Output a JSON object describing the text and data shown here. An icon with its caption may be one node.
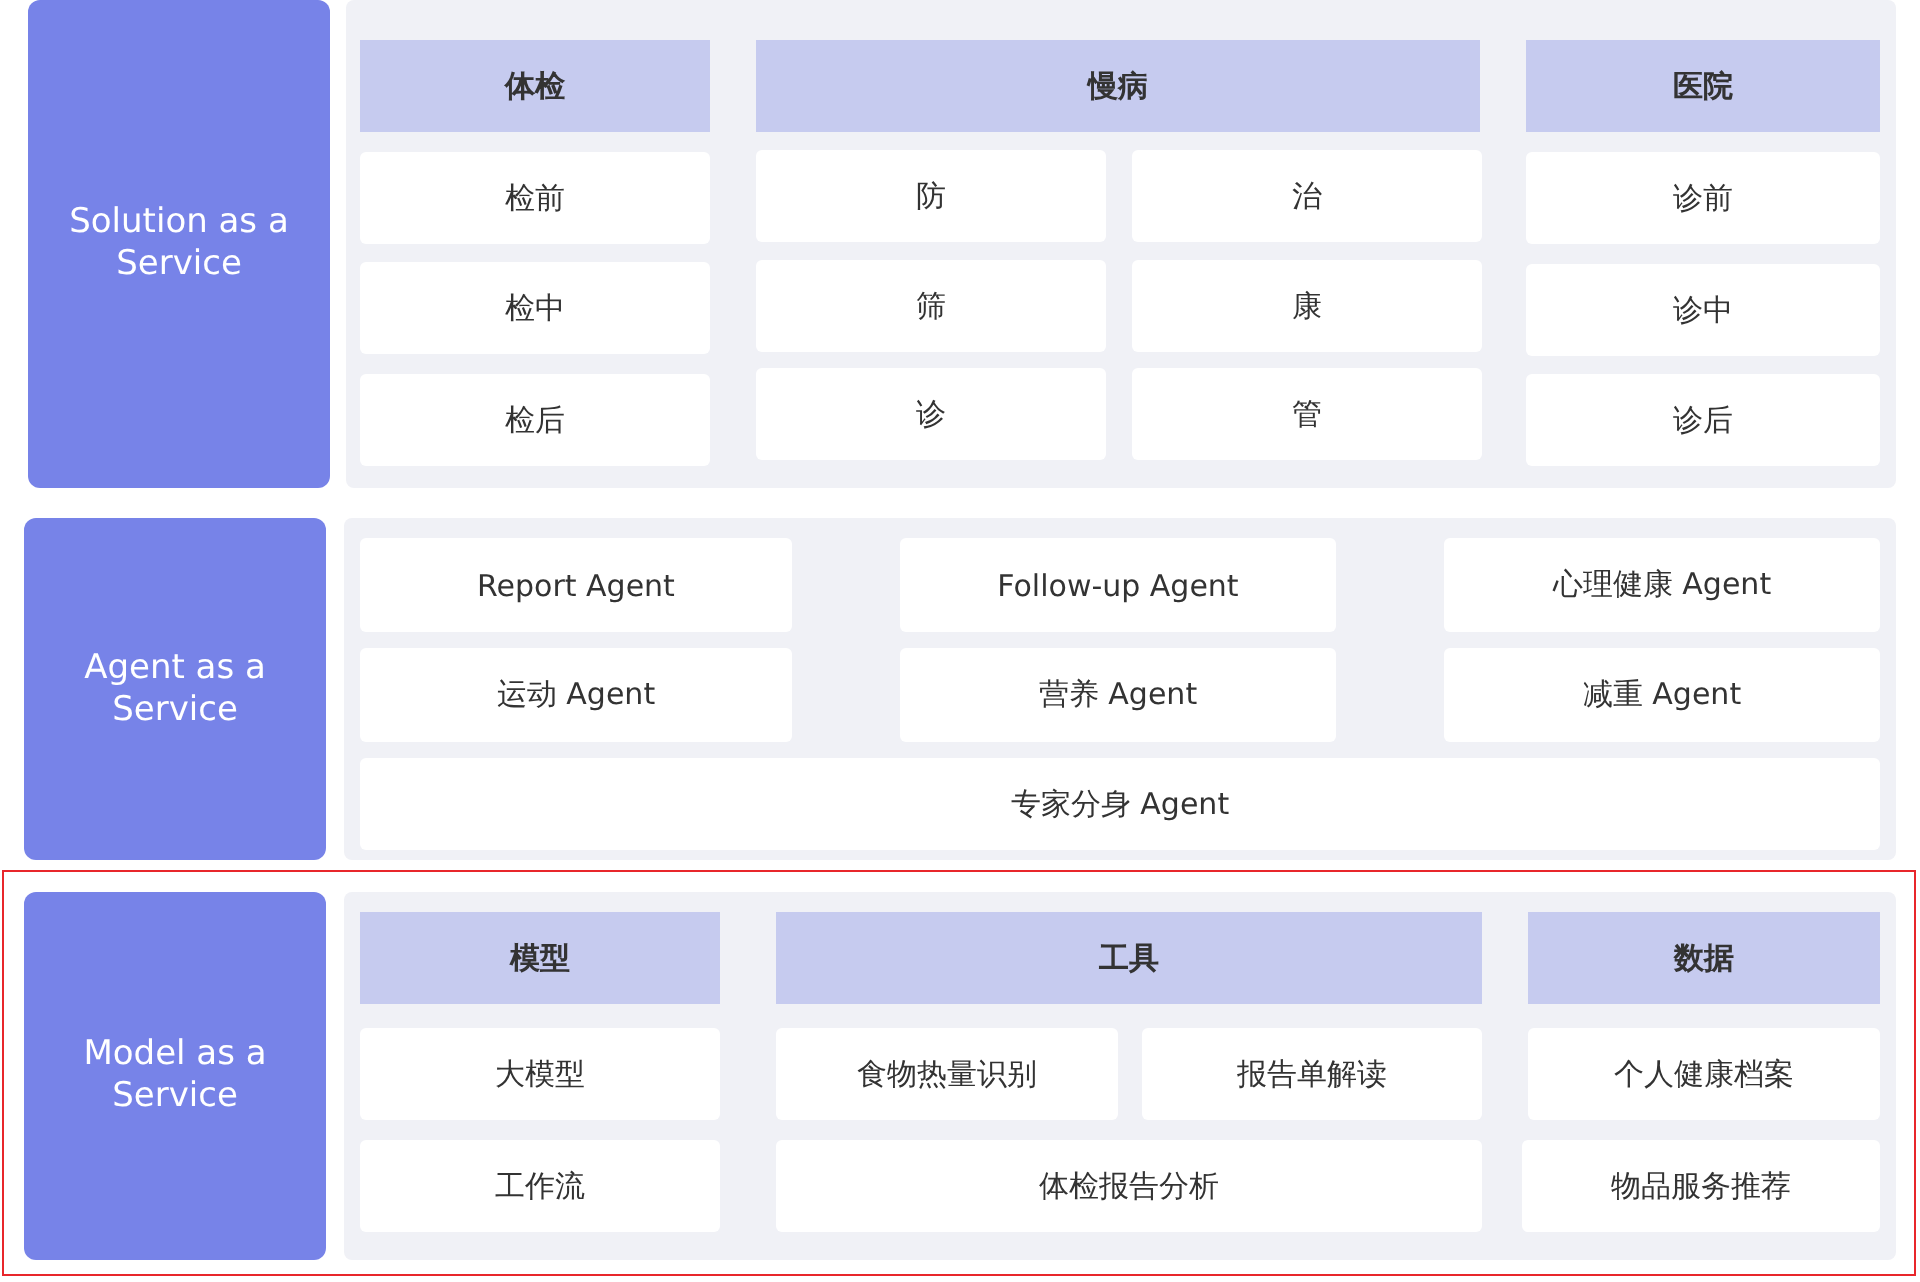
{
  "diagram": {
    "nodes": [
      {
        "text": [
          "Solution as a Service"
        ]
      },
      {
        "text": [],
        "shape": "box"
      },
      {
        "text": [
          "体检"
        ],
        "in": 1
      },
      {
        "text": [
          "慢病"
        ],
        "in": 1
      },
      {
        "text": [
          "医院"
        ],
        "in": 1
      },
      {
        "text": [
          "检前"
        ],
        "in": 1
      },
      {
        "text": [
          "防"
        ],
        "in": 1
      },
      {
        "text": [
          "治"
        ],
        "in": 1
      },
      {
        "text": [
          "诊前"
        ],
        "in": 1
      },
      {
        "text": [
          "检中"
        ],
        "in": 1
      },
      {
        "text": [
          "筛"
        ],
        "in": 1
      },
      {
        "text": [
          "康"
        ],
        "in": 1
      },
      {
        "text": [
          "诊中"
        ],
        "in": 1
      },
      {
        "text": [
          "检后"
        ],
        "in": 1
      },
      {
        "text": [
          "诊"
        ],
        "in": 1
      },
      {
        "text": [
          "管"
        ],
        "in": 1
      },
      {
        "text": [
          "诊后"
        ],
        "in": 1
      },
      {
        "text": [
          "Agent as a Service"
        ]
      },
      {
        "text": [],
        "shape": "box"
      },
      {
        "text": [
          "Report Agent"
        ],
        "in": 18
      },
      {
        "text": [
          "Follow-up Agent"
        ],
        "in": 18
      },
      {
        "text": [
          "心理健康 Agent"
        ],
        "in": 18
      },
      {
        "text": [
          "运动 Agent"
        ],
        "in": 18
      },
      {
        "text": [
          "营养 Agent"
        ],
        "in": 18
      },
      {
        "text": [
          "减重 Agent"
        ],
        "in": 18
      },
      {
        "text": [
          "专家分身 Agent"
        ],
        "in": 18
      },
      {
        "text": [
          "Model as a Service"
        ]
      },
      {
        "text": [],
        "shape": "box"
      },
      {
        "text": [
          "模型"
        ],
        "in": 27
      },
      {
        "text": [
          "工具"
        ],
        "in": 27
      },
      {
        "text": [
          "数据"
        ],
        "in": 27
      },
      {
        "text": [
          "大模型"
        ],
        "in": 27
      },
      {
        "text": [
          "食物热量识别"
        ],
        "in": 27
      },
      {
        "text": [
          "报告单解读"
        ],
        "in": 27
      },
      {
        "text": [
          "个人健康档案"
        ],
        "in": 27
      },
      {
        "text": [
          "工作流"
        ],
        "in": 27
      },
      {
        "text": [
          "体检报告分析"
        ],
        "in": 27
      },
      {
        "text": [
          "物品服务推荐"
        ],
        "in": 27
      }
    ]
  }
}
